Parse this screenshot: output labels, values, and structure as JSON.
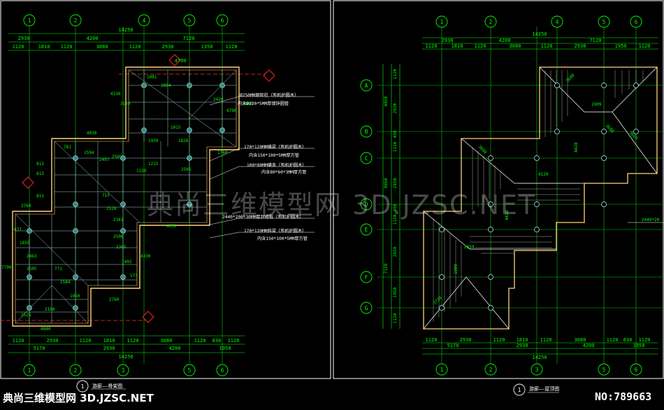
{
  "colors": {
    "background": "#000000",
    "dimension": "#00ff00",
    "outline": "#ffffff",
    "frame_yellow": "#ffd27a",
    "grid_red": "#ff3030",
    "annotation": "#ffffff",
    "marker_red": "#ff2020",
    "column_fill": "#3a8a8a"
  },
  "watermark": "典尚三维模型网 3D.JZSC.NET",
  "footer": {
    "site": "典尚三维模型网 3D.JZSC.NET",
    "number": "NO:789663"
  },
  "left_plan": {
    "title": "游廊——骨架图",
    "axis_labels": [
      "1",
      "2",
      "3",
      "4",
      "5",
      "6"
    ],
    "top_total": "14250",
    "top_dims_row1": [
      "2930",
      "4200",
      "7120"
    ],
    "top_dims_row2": [
      "1120",
      "1810",
      "1120",
      "3080",
      "1120",
      "2930",
      "1350",
      "1120"
    ],
    "bottom_dims_row1": [
      "1120",
      "2930",
      "1120",
      "1810",
      "1120",
      "3080",
      "1120",
      "830",
      "1120"
    ],
    "bottom_dims_row2": [
      "5170",
      "2930",
      "4200",
      "1950"
    ],
    "bottom_total": "14250",
    "side_dim": "4790",
    "annotations": [
      "Ø250MM原桩柱（有机护圆木）",
      "内含Ø220*5MM厚镀锌圆管",
      "170*120MM横梁（有机护圆木）",
      "内含150*100*5MM厚方管",
      "100*80MM檩条（有机护圆木）",
      "内含80*60*3MM厚方管",
      "2440*200*30MM厚封檐板（有机护圆木）",
      "170*120MM斜梁（有机护圆木）",
      "内含150*100*5MM厚方管"
    ],
    "inner_dims": [
      "4790",
      "1081",
      "1894",
      "3120",
      "2420",
      "1015",
      "1939",
      "1828",
      "4030",
      "781",
      "1594",
      "2497",
      "2505",
      "1129",
      "1215",
      "2505",
      "715",
      "1528",
      "2341",
      "2506",
      "2365",
      "1492",
      "573",
      "837",
      "1650",
      "2463",
      "2505",
      "771",
      "1584",
      "1950",
      "2760",
      "2188",
      "1525",
      "4840",
      "4030",
      "1760"
    ],
    "left_dims": [
      "2760",
      "813",
      "813",
      "813",
      "4330",
      "4330",
      "4840",
      "7790"
    ]
  },
  "right_plan": {
    "title": "游廊——屋顶图",
    "axis_labels": [
      "1",
      "2",
      "3",
      "4",
      "5",
      "6"
    ],
    "row_labels": [
      "A",
      "B",
      "C",
      "D",
      "E",
      "F",
      "G"
    ],
    "top_total": "14250",
    "top_dims_row1": [
      "2930",
      "4200",
      "7120"
    ],
    "top_dims_row2": [
      "1120",
      "1810",
      "1120",
      "3080",
      "1120",
      "2930",
      "1950",
      "1120"
    ],
    "bottom_dims_row1": [
      "1120",
      "2930",
      "1120",
      "1810",
      "1120",
      "3080",
      "1120",
      "830",
      "1120"
    ],
    "bottom_dims_row2": [
      "5170",
      "2930",
      "4200",
      "1950"
    ],
    "bottom_total": "14250",
    "left_dims": [
      "4950",
      "1120",
      "2930",
      "450",
      "1120",
      "4950",
      "2930",
      "450",
      "1120",
      "7120",
      "2930",
      "1950",
      "1120"
    ],
    "inner_dims": [
      "3680",
      "1909",
      "3680",
      "3689",
      "4428",
      "4129",
      "3680",
      "4428",
      "2859",
      "1909",
      "3720"
    ],
    "side_note": "2440*20"
  }
}
